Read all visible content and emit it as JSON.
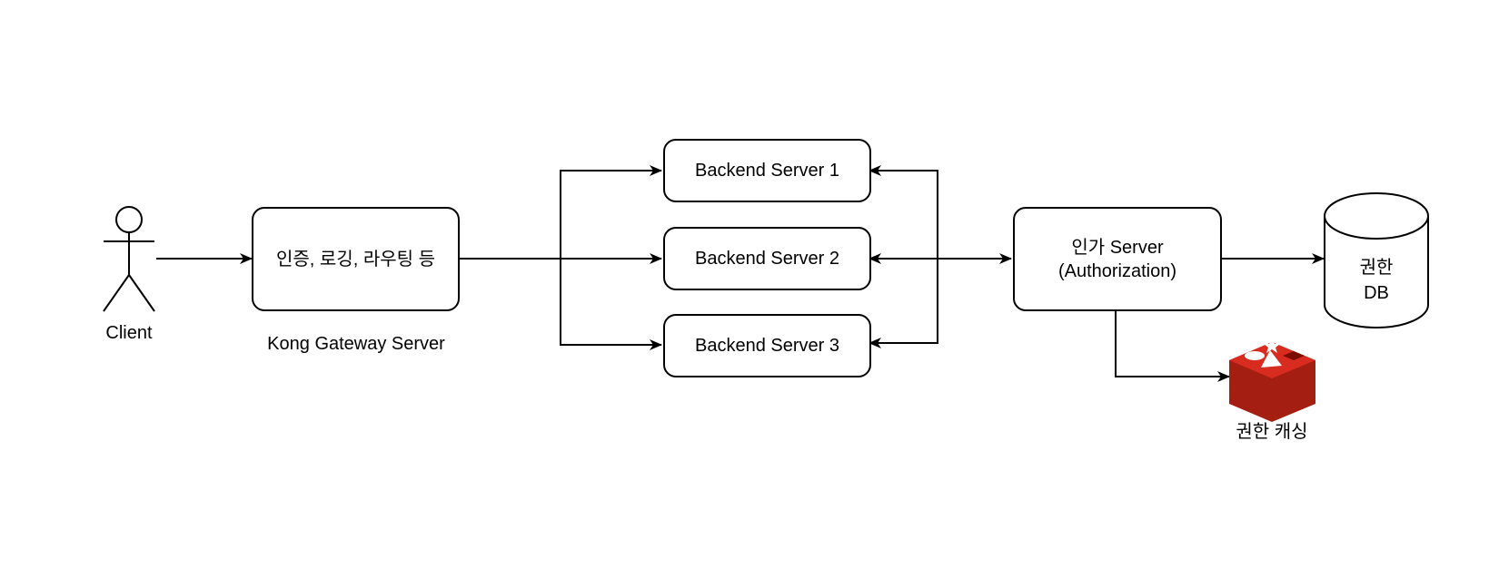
{
  "client": {
    "label": "Client"
  },
  "gateway": {
    "box_text": "인증, 로깅, 라우팅 등",
    "caption": "Kong Gateway Server"
  },
  "backends": [
    {
      "label": "Backend Server 1"
    },
    {
      "label": "Backend Server 2"
    },
    {
      "label": "Backend Server 3"
    }
  ],
  "auth_server": {
    "line1": "인가 Server",
    "line2": "(Authorization)"
  },
  "database": {
    "line1": "권한",
    "line2": "DB"
  },
  "cache": {
    "caption": "권한 캐싱",
    "icon": "redis-icon",
    "color": "#C6302B"
  }
}
